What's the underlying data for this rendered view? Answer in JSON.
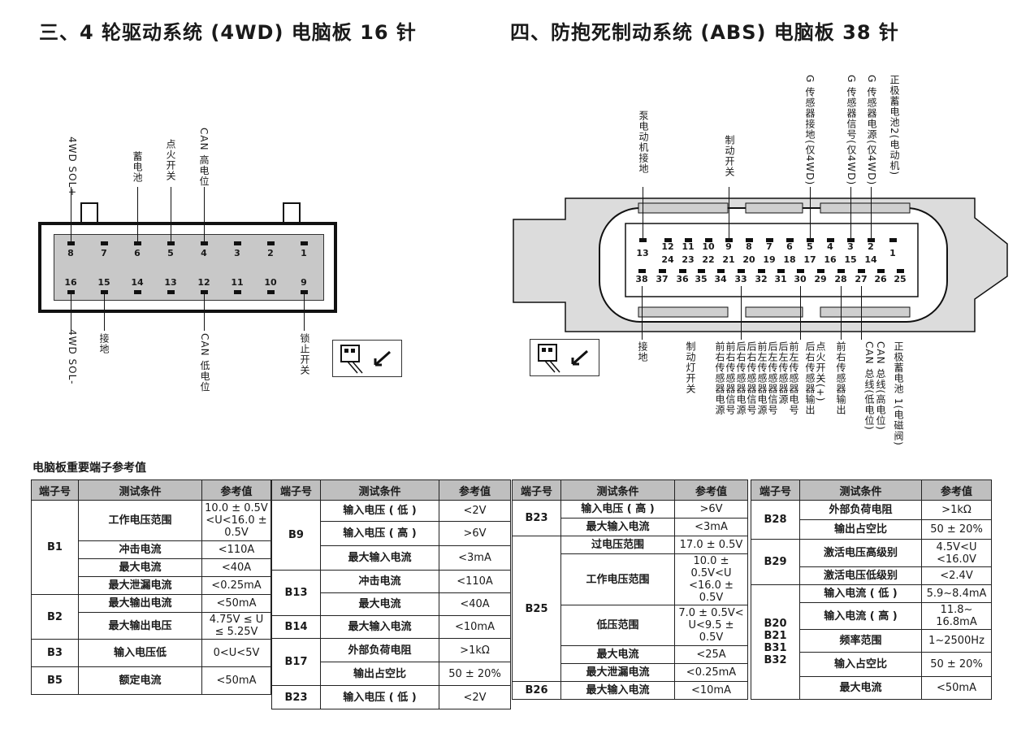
{
  "title_left": "三、4 轮驱动系统 (4WD) 电脑板 16 针",
  "title_right": "四、防抱死制动系统 (ABS) 电脑板 38 针",
  "connector16": {
    "top_pins": [
      "8",
      "7",
      "6",
      "5",
      "4",
      "3",
      "2",
      "1"
    ],
    "bottom_pins": [
      "16",
      "15",
      "14",
      "13",
      "12",
      "11",
      "10",
      "9"
    ],
    "labels_top": [
      "4WD SOL+",
      "蓄电池",
      "点火开关",
      "CAN 高电位"
    ],
    "labels_bottom": [
      "4WD SOL-",
      "接地",
      "CAN 低电位",
      "锁止开关"
    ]
  },
  "connector38": {
    "row1": [
      "13",
      "12",
      "11",
      "10",
      "9",
      "8",
      "7",
      "6",
      "5",
      "4",
      "3",
      "2",
      "1"
    ],
    "row2": [
      "24",
      "23",
      "22",
      "21",
      "20",
      "19",
      "18",
      "17",
      "16",
      "15",
      "14"
    ],
    "row3": [
      "38",
      "37",
      "36",
      "35",
      "34",
      "33",
      "32",
      "31",
      "30",
      "29",
      "28",
      "27",
      "26",
      "25"
    ],
    "labels_top": [
      "泵电动机接地",
      "制动开关",
      "G 传感器接地(仅4WD)",
      "G 传感器信号(仅4WD)",
      "G 传感器电源(仅4WD)",
      "正极蓄电池2(电动机)"
    ],
    "labels_bottom": [
      "接地",
      "制动灯开关",
      "前右传感器电源",
      "前右传感器信号",
      "后右传感器电源",
      "后右传感器信号",
      "前左传感器电源",
      "后左传感器信号",
      "后左传感器源",
      "前左传感器电号",
      "后右传感器输出",
      "点火开关(+)",
      "前右传感器输出",
      "CAN 总线(低电位)",
      "CAN 总线(高电位)",
      "正极蓄电池 1(电磁阀)"
    ]
  },
  "table_title": "电脑板重要端子参考值",
  "headers": [
    "端子号",
    "测试条件",
    "参考值"
  ],
  "tables": [
    {
      "groups": [
        {
          "term": "B1",
          "rows": [
            [
              "工作电压范围",
              "10.0 ± 0.5V <U<16.0 ± 0.5V"
            ],
            [
              "冲击电流",
              "<110A"
            ],
            [
              "最大电流",
              "<40A"
            ],
            [
              "最大泄漏电流",
              "<0.25mA"
            ]
          ]
        },
        {
          "term": "B2",
          "rows": [
            [
              "最大输出电流",
              "<50mA"
            ],
            [
              "最大输出电压",
              "4.75V ≤ U ≤ 5.25V"
            ]
          ]
        },
        {
          "term": "B3",
          "rows": [
            [
              "输入电压低",
              "0<U<5V"
            ]
          ]
        },
        {
          "term": "B5",
          "rows": [
            [
              "额定电流",
              "<50mA"
            ]
          ]
        }
      ]
    },
    {
      "groups": [
        {
          "term": "B9",
          "rows": [
            [
              "输入电压 ( 低 )",
              "<2V"
            ],
            [
              "输入电压 ( 高 )",
              ">6V"
            ],
            [
              "最大输入电流",
              "<3mA"
            ]
          ]
        },
        {
          "term": "B13",
          "rows": [
            [
              "冲击电流",
              "<110A"
            ],
            [
              "最大电流",
              "<40A"
            ]
          ]
        },
        {
          "term": "B14",
          "rows": [
            [
              "最大输入电流",
              "<10mA"
            ]
          ]
        },
        {
          "term": "B17",
          "rows": [
            [
              "外部负荷电阻",
              ">1kΩ"
            ],
            [
              "输出占空比",
              "50 ± 20%"
            ]
          ]
        },
        {
          "term": "B23",
          "rows": [
            [
              "输入电压 ( 低 )",
              "<2V"
            ]
          ]
        }
      ]
    },
    {
      "groups": [
        {
          "term": "B23",
          "rows": [
            [
              "输入电压 ( 高 )",
              ">6V"
            ],
            [
              "最大输入电流",
              "<3mA"
            ]
          ]
        },
        {
          "term": "B25",
          "rows": [
            [
              "过电压范围",
              "17.0 ± 0.5V"
            ],
            [
              "工作电压范围",
              "10.0 ± 0.5V<U <16.0 ± 0.5V"
            ],
            [
              "低压范围",
              "7.0 ± 0.5V< U<9.5 ± 0.5V"
            ],
            [
              "最大电流",
              "<25A"
            ],
            [
              "最大泄漏电流",
              "<0.25mA"
            ]
          ]
        },
        {
          "term": "B26",
          "rows": [
            [
              "最大输入电流",
              "<10mA"
            ]
          ]
        }
      ]
    },
    {
      "groups": [
        {
          "term": "B28",
          "rows": [
            [
              "外部负荷电阻",
              ">1kΩ"
            ],
            [
              "输出占空比",
              "50 ± 20%"
            ]
          ]
        },
        {
          "term": "B29",
          "rows": [
            [
              "激活电压高级别",
              "4.5V<U <16.0V"
            ],
            [
              "激活电压低级别",
              "<2.4V"
            ]
          ]
        },
        {
          "term": "B20 B21 B31 B32",
          "rows": [
            [
              "输入电流 ( 低 )",
              "5.9~8.4mA"
            ],
            [
              "输入电流 ( 高 )",
              "11.8~ 16.8mA"
            ],
            [
              "频率范围",
              "1~2500Hz"
            ],
            [
              "输入占空比",
              "50 ± 20%"
            ],
            [
              "最大电流",
              "<50mA"
            ]
          ]
        }
      ]
    }
  ]
}
